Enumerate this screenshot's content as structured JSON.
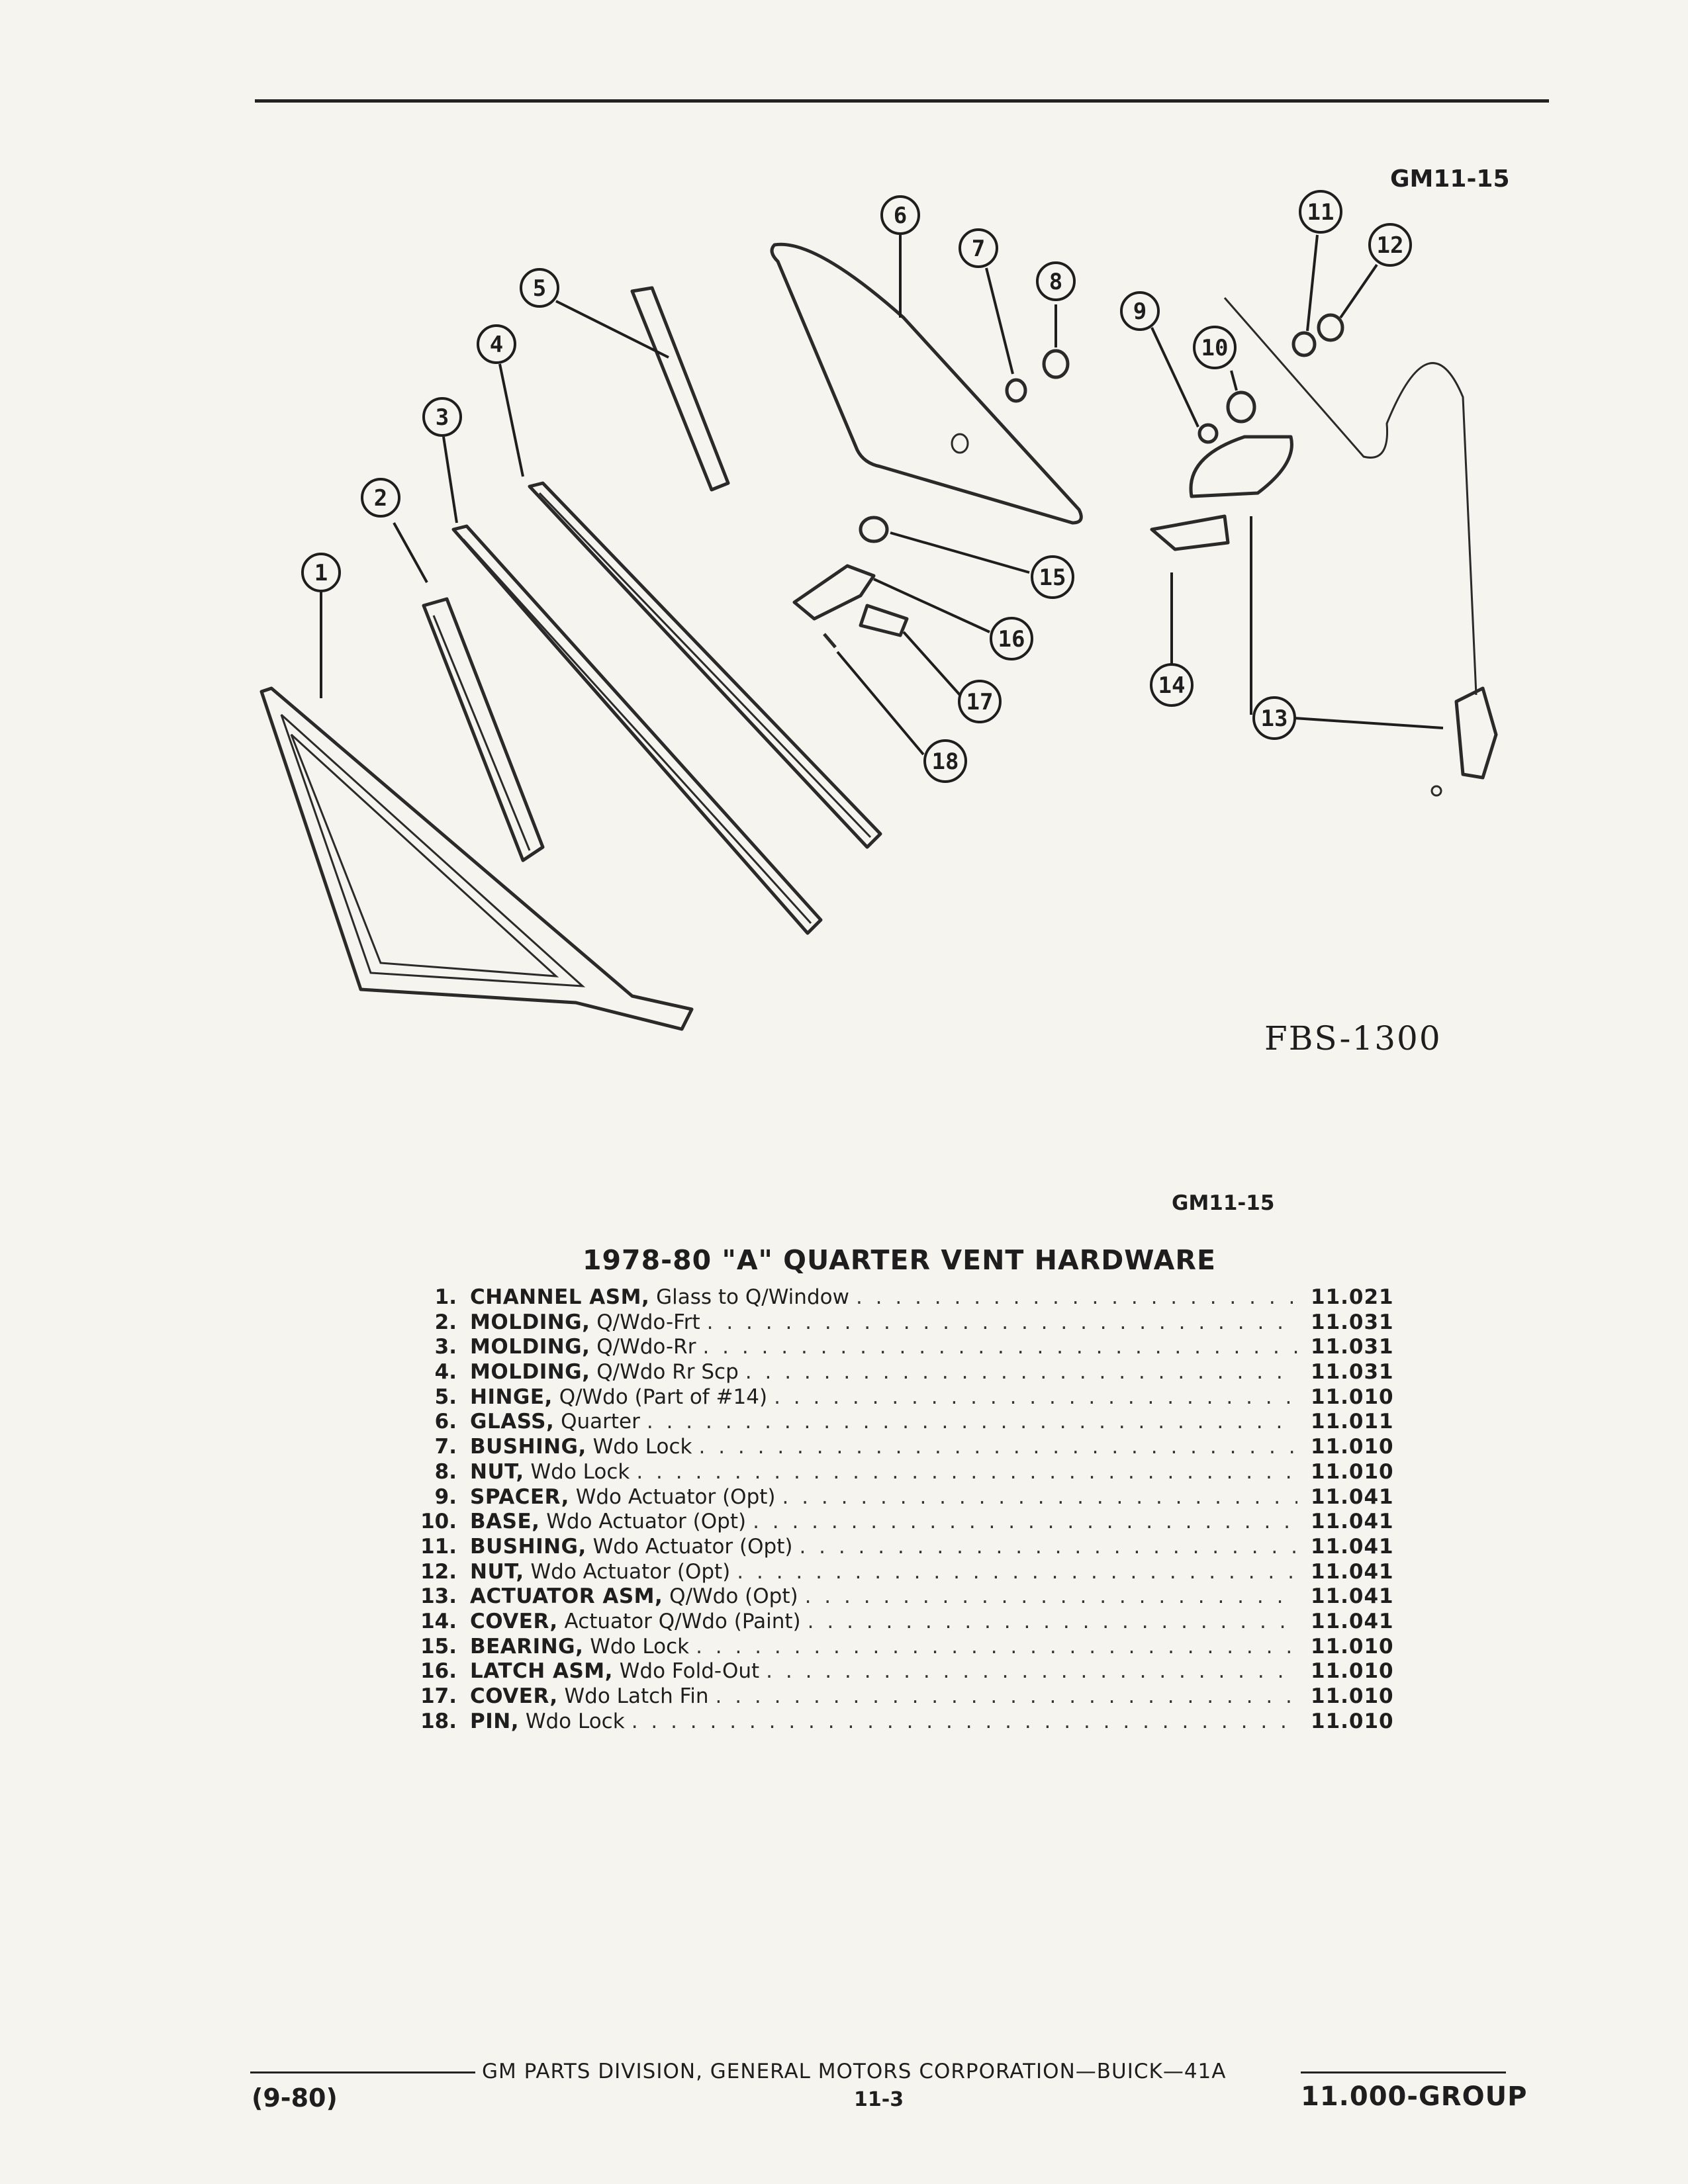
{
  "header": {
    "figure_code": "GM11-15"
  },
  "diagram": {
    "reference": "FBS-1300",
    "callouts": [
      "1",
      "2",
      "3",
      "4",
      "5",
      "6",
      "7",
      "8",
      "9",
      "10",
      "11",
      "12",
      "13",
      "14",
      "15",
      "16",
      "17",
      "18"
    ]
  },
  "section": {
    "figure_code": "GM11-15",
    "title": "1978-80 \"A\" QUARTER VENT HARDWARE",
    "parts": [
      {
        "num": "1.",
        "name": "CHANNEL ASM,",
        "detail": "Glass to Q/Window",
        "code": "11.021"
      },
      {
        "num": "2.",
        "name": "MOLDING,",
        "detail": "Q/Wdo-Frt",
        "code": "11.031"
      },
      {
        "num": "3.",
        "name": "MOLDING,",
        "detail": "Q/Wdo-Rr",
        "code": "11.031"
      },
      {
        "num": "4.",
        "name": "MOLDING,",
        "detail": "Q/Wdo Rr Scp",
        "code": "11.031"
      },
      {
        "num": "5.",
        "name": "HINGE,",
        "detail": "Q/Wdo (Part of #14)",
        "code": "11.010"
      },
      {
        "num": "6.",
        "name": "GLASS,",
        "detail": "Quarter",
        "code": "11.011"
      },
      {
        "num": "7.",
        "name": "BUSHING,",
        "detail": "Wdo Lock",
        "code": "11.010"
      },
      {
        "num": "8.",
        "name": "NUT,",
        "detail": "Wdo Lock",
        "code": "11.010"
      },
      {
        "num": "9.",
        "name": "SPACER,",
        "detail": "Wdo Actuator (Opt)",
        "code": "11.041"
      },
      {
        "num": "10.",
        "name": "BASE,",
        "detail": "Wdo Actuator (Opt)",
        "code": "11.041"
      },
      {
        "num": "11.",
        "name": "BUSHING,",
        "detail": "Wdo Actuator (Opt)",
        "code": "11.041"
      },
      {
        "num": "12.",
        "name": "NUT,",
        "detail": "Wdo Actuator (Opt)",
        "code": "11.041"
      },
      {
        "num": "13.",
        "name": "ACTUATOR ASM,",
        "detail": "Q/Wdo (Opt)",
        "code": "11.041"
      },
      {
        "num": "14.",
        "name": "COVER,",
        "detail": "Actuator Q/Wdo (Paint)",
        "code": "11.041"
      },
      {
        "num": "15.",
        "name": "BEARING,",
        "detail": "Wdo Lock",
        "code": "11.010"
      },
      {
        "num": "16.",
        "name": "LATCH ASM,",
        "detail": "Wdo Fold-Out",
        "code": "11.010"
      },
      {
        "num": "17.",
        "name": "COVER,",
        "detail": "Wdo Latch Fin",
        "code": "11.010"
      },
      {
        "num": "18.",
        "name": "PIN,",
        "detail": "Wdo Lock",
        "code": "11.010"
      }
    ]
  },
  "footer": {
    "text": "GM PARTS DIVISION, GENERAL MOTORS CORPORATION—BUICK—41A",
    "date": "(9-80)",
    "page": "11-3",
    "group": "11.000-GROUP"
  }
}
